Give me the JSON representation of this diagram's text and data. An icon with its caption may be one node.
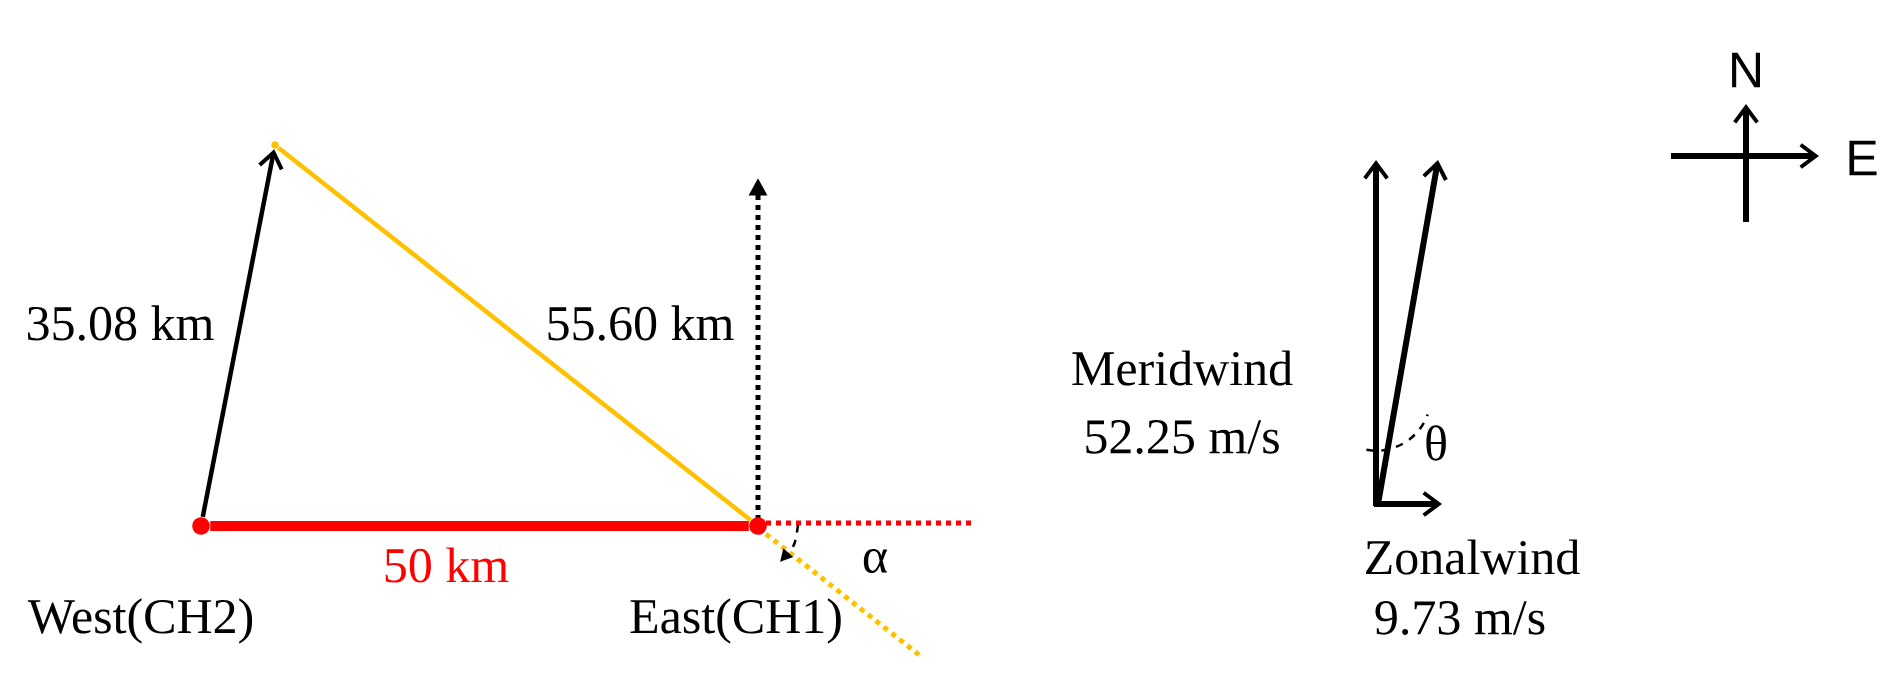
{
  "diagram": {
    "nodes": [
      {
        "text": [],
        "shape": "circle",
        "beside": [
          "West(CH2)"
        ]
      },
      {
        "text": [],
        "shape": "circle",
        "beside": [
          "East(CH1)"
        ]
      },
      {
        "text": [],
        "shape": "point"
      }
    ],
    "edges": [
      {
        "from": 0,
        "to": 2,
        "arrow": "to",
        "label": "35.08 km"
      },
      {
        "from": 2,
        "to": 1,
        "arrow": "none",
        "label": "55.60 km",
        "color": "#ffc000"
      },
      {
        "from": 0,
        "to": 1,
        "arrow": "none",
        "label": "50 km",
        "color": "#ff0000",
        "style": "thick"
      }
    ],
    "labels": [
      "α",
      "Meridwind",
      "52.25 m/s",
      "θ",
      "Zonalwind",
      "9.73 m/s",
      "N",
      "E"
    ]
  }
}
